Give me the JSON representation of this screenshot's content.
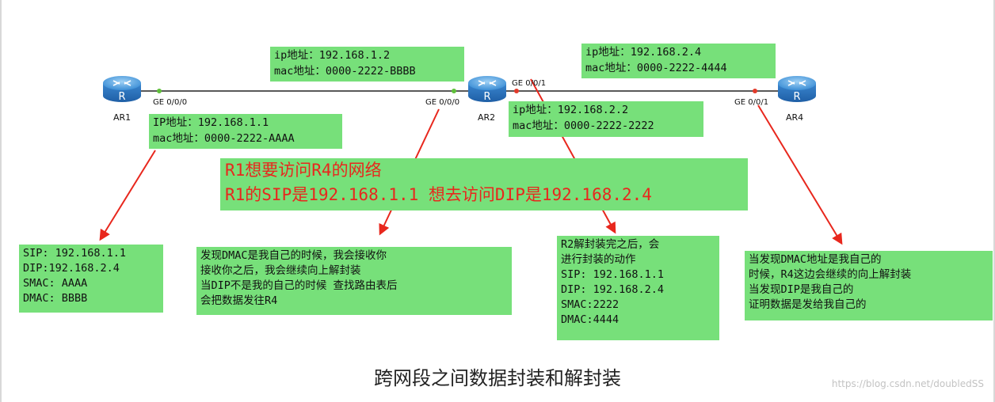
{
  "routers": {
    "ar1": {
      "name": "AR1",
      "icon": "router-icon",
      "port": "GE 0/0/0"
    },
    "ar2": {
      "name": "AR2",
      "icon": "router-icon",
      "port_left": "GE 0/0/0",
      "port_right": "GE 0/0/1"
    },
    "ar4": {
      "name": "AR4",
      "icon": "router-icon",
      "port": "GE 0/0/1"
    }
  },
  "address_boxes": {
    "ar1_ge0": [
      "IP地址：192.168.1.1",
      "mac地址：0000-2222-AAAA"
    ],
    "ar2_ge0": [
      "ip地址：192.168.1.2",
      "mac地址：0000-2222-BBBB"
    ],
    "ar2_ge1": [
      "ip地址：192.168.2.2",
      "mac地址：0000-2222-2222"
    ],
    "ar4_ge1": [
      "ip地址：192.168.2.4",
      "mac地址：0000-2222-4444"
    ]
  },
  "headline": [
    "R1想要访问R4的网络",
    "R1的SIP是192.168.1.1 想去访问DIP是192.168.2.4"
  ],
  "notes": {
    "packet_from_r1": [
      "SIP: 192.168.1.1",
      "DIP:192.168.2.4",
      "SMAC: AAAA",
      "DMAC: BBBB"
    ],
    "ar2_receive": [
      "发现DMAC是我自己的时候，我会接收你",
      "接收你之后，我会继续向上解封装",
      "当DIP不是我的自己的时候 查找路由表后",
      "会把数据发往R4"
    ],
    "ar2_reencap": [
      "R2解封装完之后，会",
      "进行封装的动作",
      "SIP: 192.168.1.1",
      "DIP: 192.168.2.4",
      "SMAC:2222",
      "DMAC:4444"
    ],
    "ar4_receive": [
      "当发现DMAC地址是我自己的",
      "时候，R4这边会继续的向上解封装",
      "当发现DIP是我自己的",
      "证明数据是发给我自己的"
    ]
  },
  "caption": "跨网段之间数据封装和解封装",
  "watermark": "https://blog.csdn.net/doubledSS",
  "colors": {
    "note_background": "#77e07a",
    "arrow": "#e8271d",
    "headline_text": "#e8271d",
    "router_body": "#3d8fd6",
    "port_up": "#5fbf3a",
    "port_down": "#e23a2a"
  }
}
